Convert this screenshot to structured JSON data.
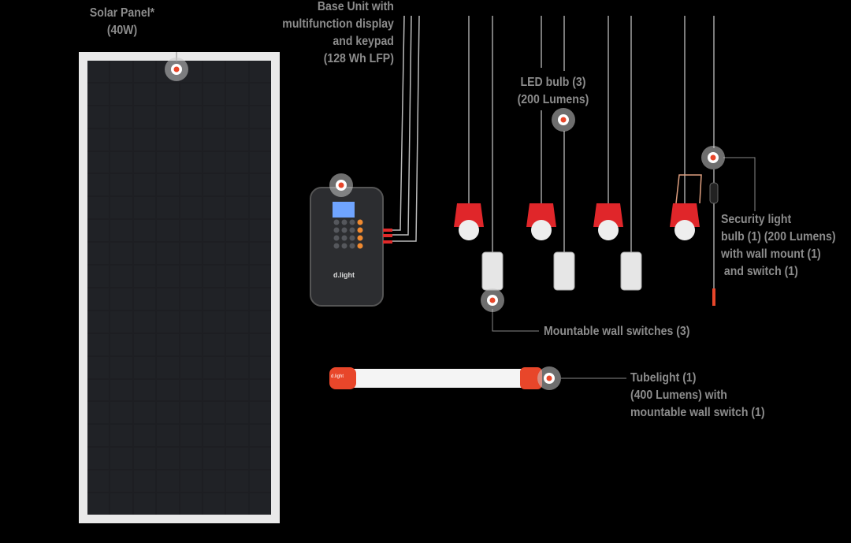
{
  "labels": {
    "solar_panel": [
      "Solar Panel*",
      "(40W)"
    ],
    "base_unit": [
      "Base Unit with",
      "multifunction display",
      "and keypad",
      "(128 Wh LFP)"
    ],
    "led_bulb": [
      "LED bulb (3)",
      "(200 Lumens)"
    ],
    "security_light": [
      "Security light",
      "bulb (1) (200 Lumens)",
      "with wall mount (1)",
      " and switch (1)"
    ],
    "wall_switches": "Mountable wall switches (3)",
    "tubelight": [
      "Tubelight (1)",
      "(400 Lumens) with",
      "mountable wall switch (1)"
    ]
  },
  "brand_logo": "d.light",
  "colors": {
    "background": "#000000",
    "label": "#8c8c8c",
    "accent": "#e8462a",
    "bulb_red": "#e0262a"
  }
}
